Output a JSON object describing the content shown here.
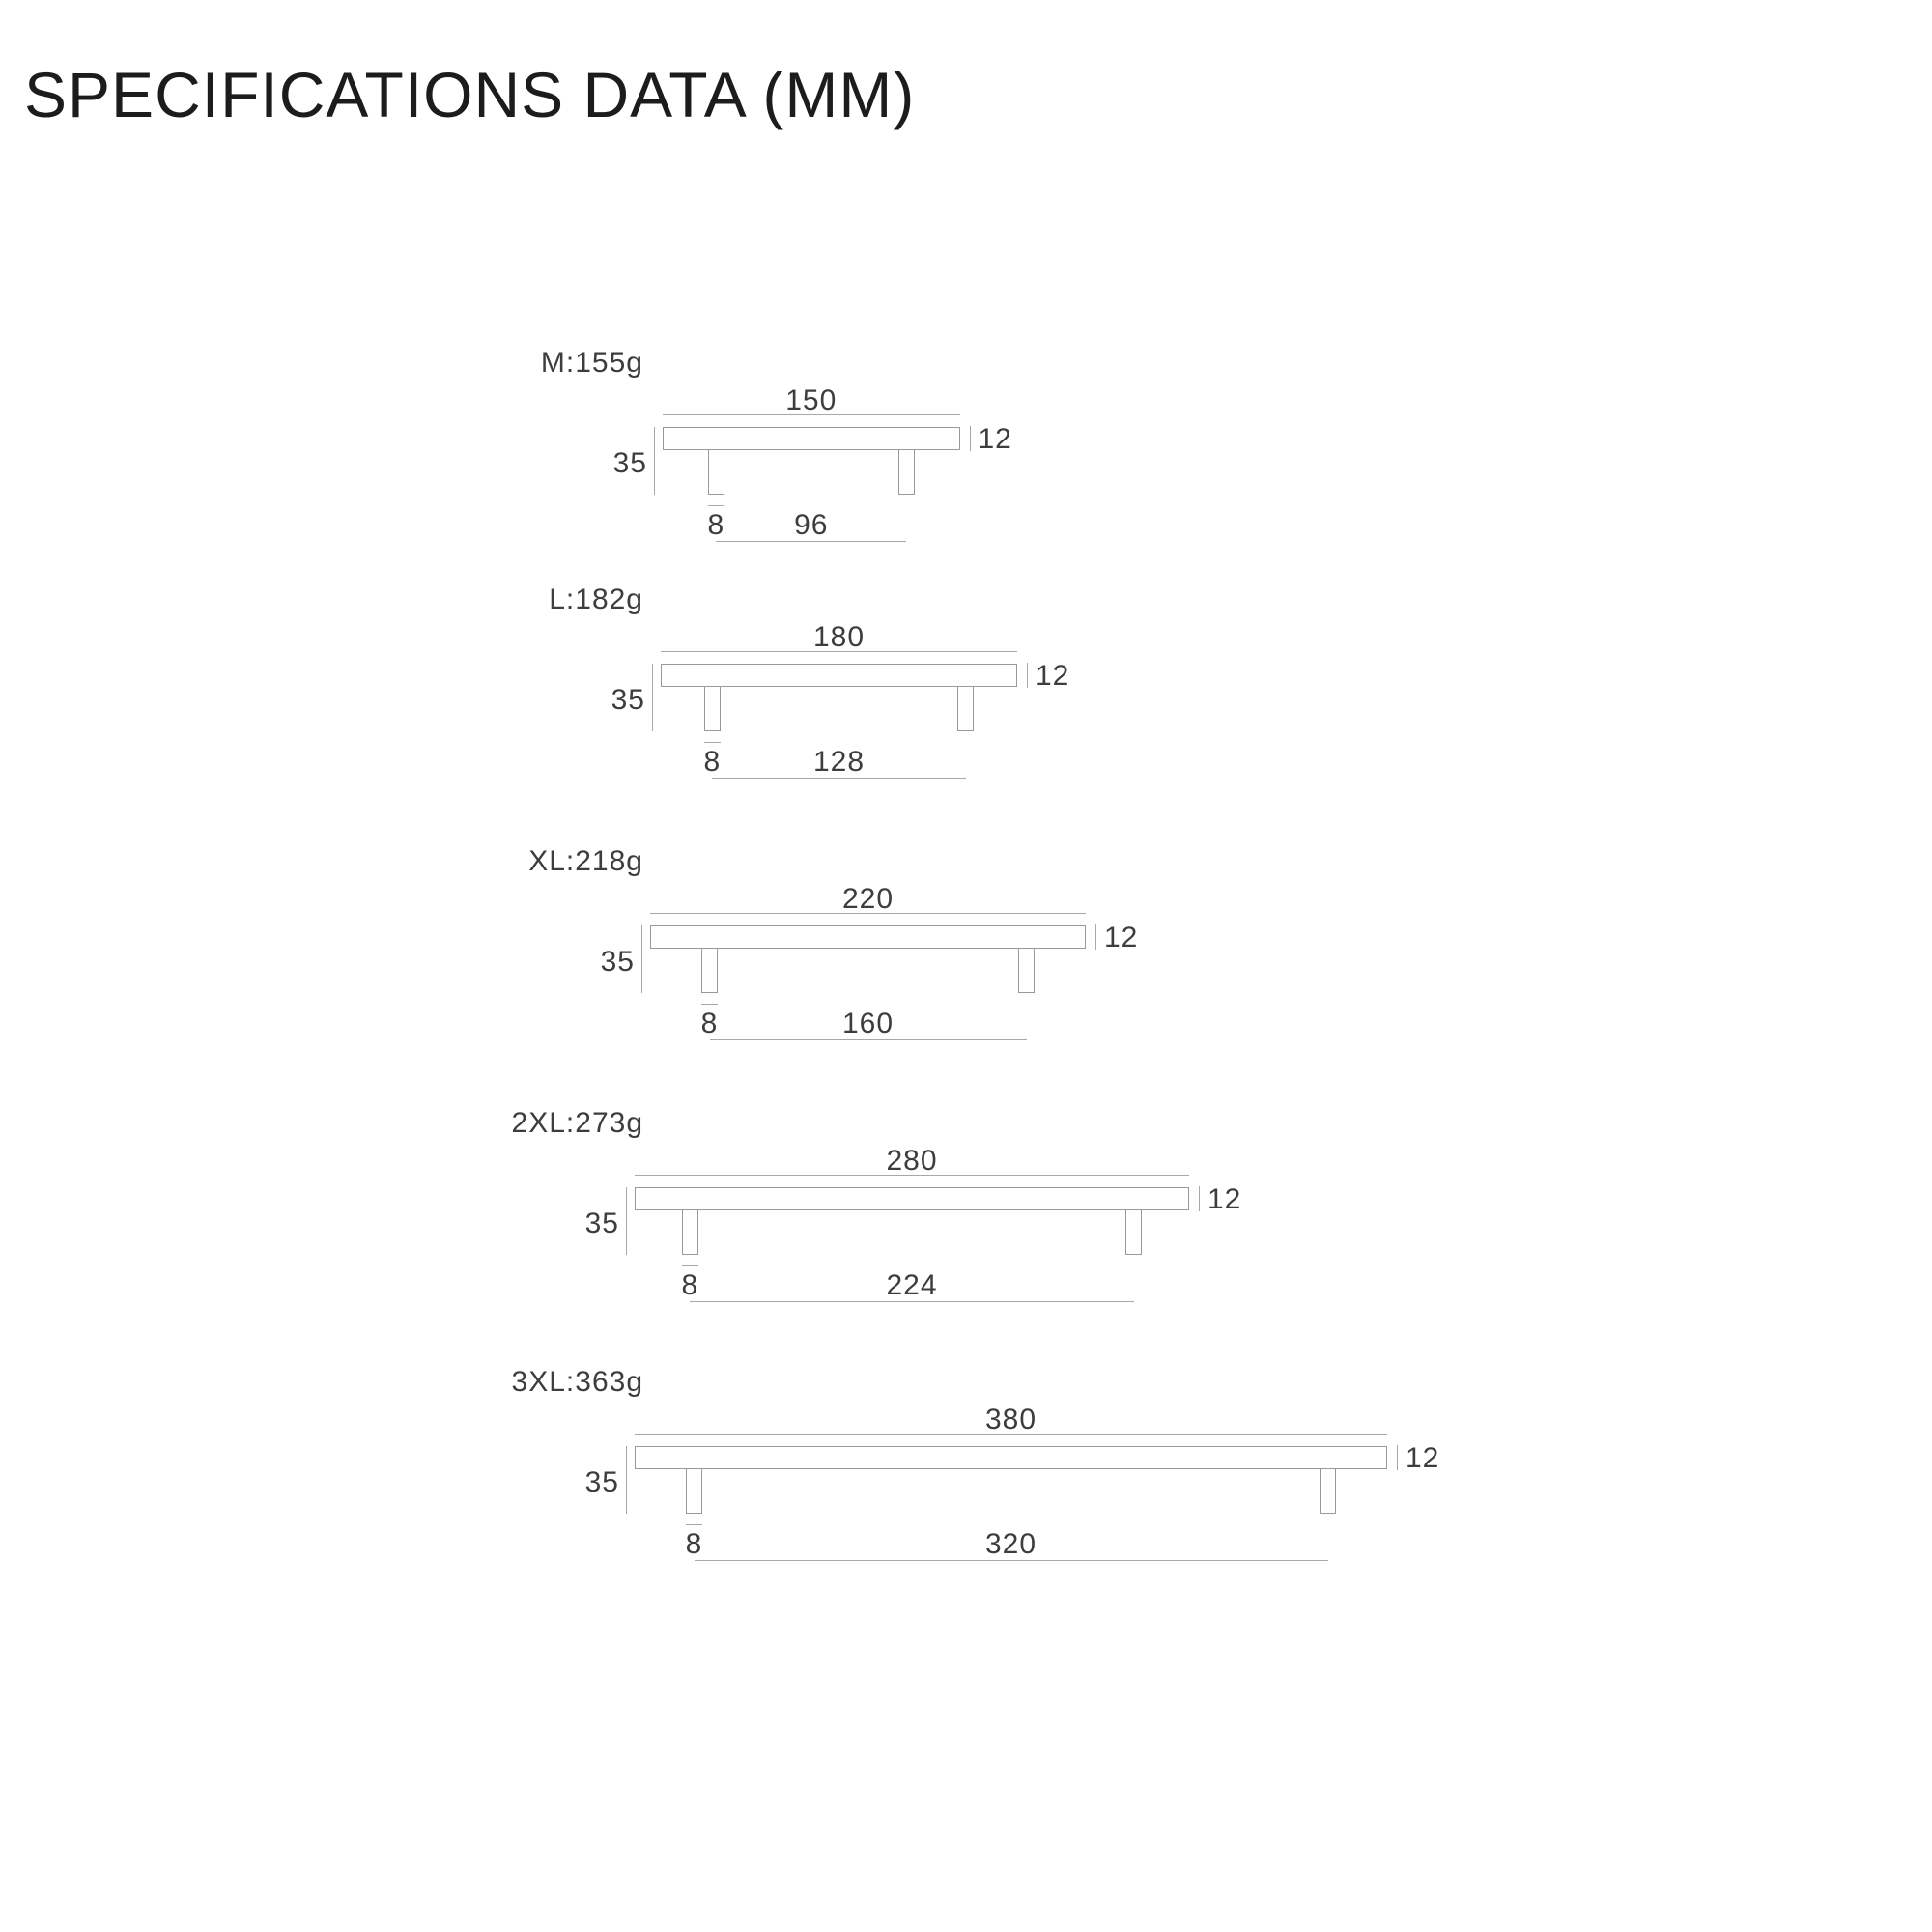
{
  "title": "SPECIFICATIONS DATA (MM)",
  "diagrams": [
    {
      "label": "M:155g",
      "size": "M",
      "weight_g": 155,
      "length_mm": 150,
      "height_mm": 35,
      "thickness_mm": 12,
      "screw_width_mm": 8,
      "hole_spacing_mm": 96
    },
    {
      "label": "L:182g",
      "size": "L",
      "weight_g": 182,
      "length_mm": 180,
      "height_mm": 35,
      "thickness_mm": 12,
      "screw_width_mm": 8,
      "hole_spacing_mm": 128
    },
    {
      "label": "XL:218g",
      "size": "XL",
      "weight_g": 218,
      "length_mm": 220,
      "height_mm": 35,
      "thickness_mm": 12,
      "screw_width_mm": 8,
      "hole_spacing_mm": 160
    },
    {
      "label": "2XL:273g",
      "size": "2XL",
      "weight_g": 273,
      "length_mm": 280,
      "height_mm": 35,
      "thickness_mm": 12,
      "screw_width_mm": 8,
      "hole_spacing_mm": 224
    },
    {
      "label": "3XL:363g",
      "size": "3XL",
      "weight_g": 363,
      "length_mm": 380,
      "height_mm": 35,
      "thickness_mm": 12,
      "screw_width_mm": 8,
      "hole_spacing_mm": 320
    }
  ],
  "colors": {
    "background": "#ffffff",
    "outline": "#9a9a9a",
    "dim_line": "#a8a8a8",
    "text": "#3d3d3d",
    "title": "#1c1c1c"
  }
}
